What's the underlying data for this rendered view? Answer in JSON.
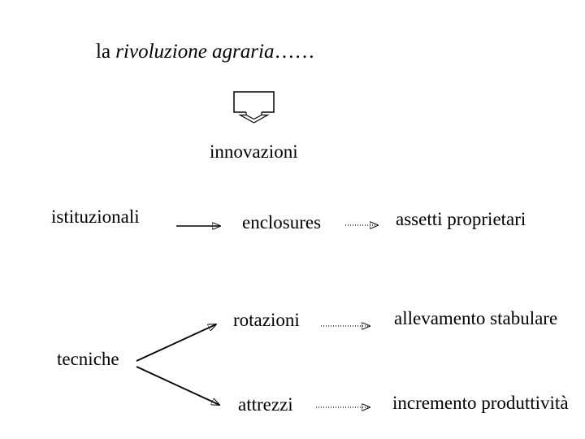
{
  "page": {
    "background_color": "#ffffff",
    "ink_color": "#000000"
  },
  "title": {
    "prefix": "la ",
    "emphasis": "rivoluzione agraria",
    "suffix": "……"
  },
  "nodes": {
    "innovazioni": "innovazioni",
    "istituzionali": "istituzionali",
    "enclosures": "enclosures",
    "assetti_proprietari": "assetti proprietari",
    "rotazioni": "rotazioni",
    "allevamento_stabulare": "allevamento stabulare",
    "tecniche": "tecniche",
    "attrezzi": "attrezzi",
    "incremento_produttivita": "incremento produttività"
  },
  "edges": [
    {
      "from": "la rivoluzione agraria……",
      "to": "innovazioni",
      "style": "block-down-arrow"
    },
    {
      "from": "istituzionali",
      "to": "enclosures",
      "style": "solid"
    },
    {
      "from": "enclosures",
      "to": "assetti proprietari",
      "style": "dotted"
    },
    {
      "from": "tecniche",
      "to": "rotazioni",
      "style": "solid"
    },
    {
      "from": "tecniche",
      "to": "attrezzi",
      "style": "solid"
    },
    {
      "from": "rotazioni",
      "to": "allevamento stabulare",
      "style": "dotted"
    },
    {
      "from": "attrezzi",
      "to": "incremento produttività",
      "style": "dotted"
    }
  ]
}
